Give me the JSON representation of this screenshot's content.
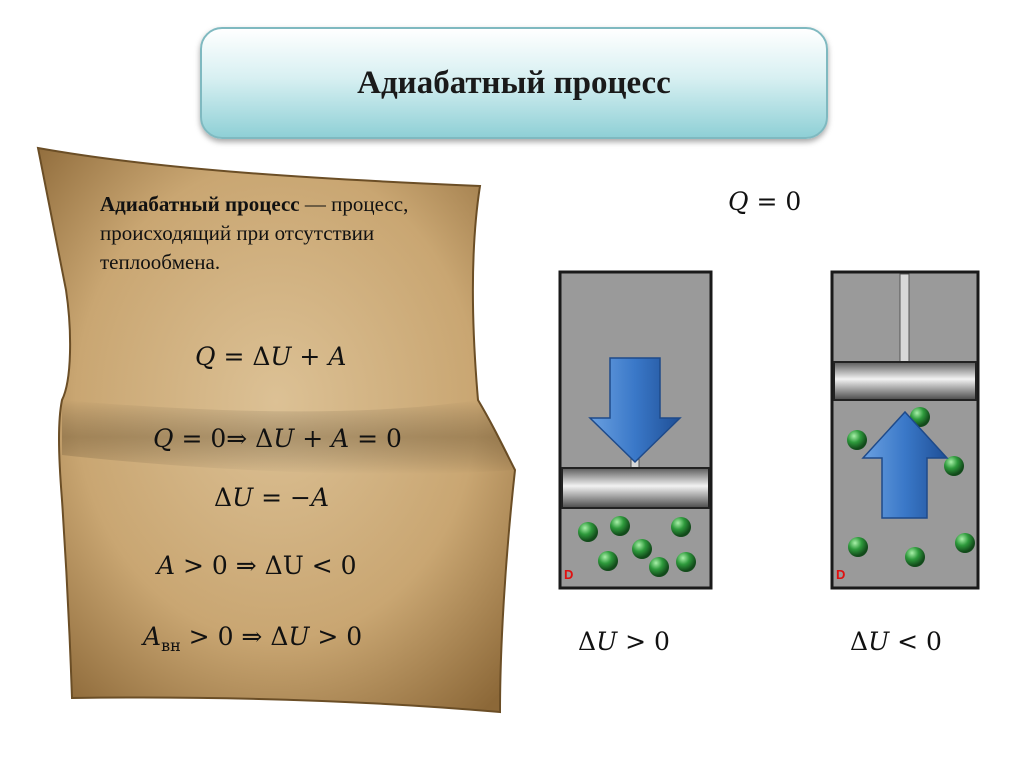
{
  "title": "Адиабатный процесс",
  "definition": {
    "term": "Адиабатный процесс",
    "dash": " — ",
    "rest": "процесс, происходящий при отсутствии теплообмена."
  },
  "formulas": {
    "f1": {
      "left": "Q",
      "mid": " = ΔU + A",
      "a": "",
      "b": ""
    },
    "f2_text": "= 0⇒ Δ",
    "f3_text": "Δ",
    "f4_text": "> 0 ⇒ ΔU < 0",
    "f5_text": "вн"
  },
  "right": {
    "q_eq": "= 0",
    "left_cyl_caption": "> 0",
    "right_cyl_caption": "< 0"
  },
  "colors": {
    "arrow_blue": "#3a78c8",
    "ball_green": "#2e9a3c",
    "cylinder_gray": "#9a9a9a",
    "title_accent": "#8fd0d6",
    "parchment": "#c9a672"
  }
}
